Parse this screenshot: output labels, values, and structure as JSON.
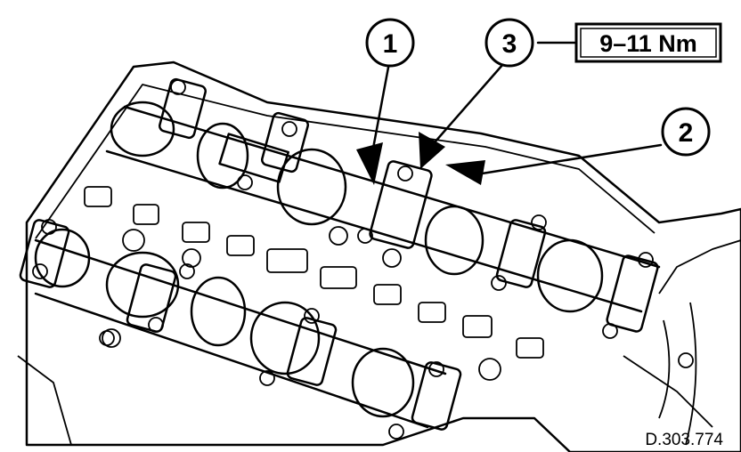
{
  "callouts": [
    {
      "id": "1",
      "label": "1"
    },
    {
      "id": "3",
      "label": "3"
    },
    {
      "id": "2",
      "label": "2"
    }
  ],
  "torque_spec": "9–11 Nm",
  "figure_code": "D.303.774"
}
